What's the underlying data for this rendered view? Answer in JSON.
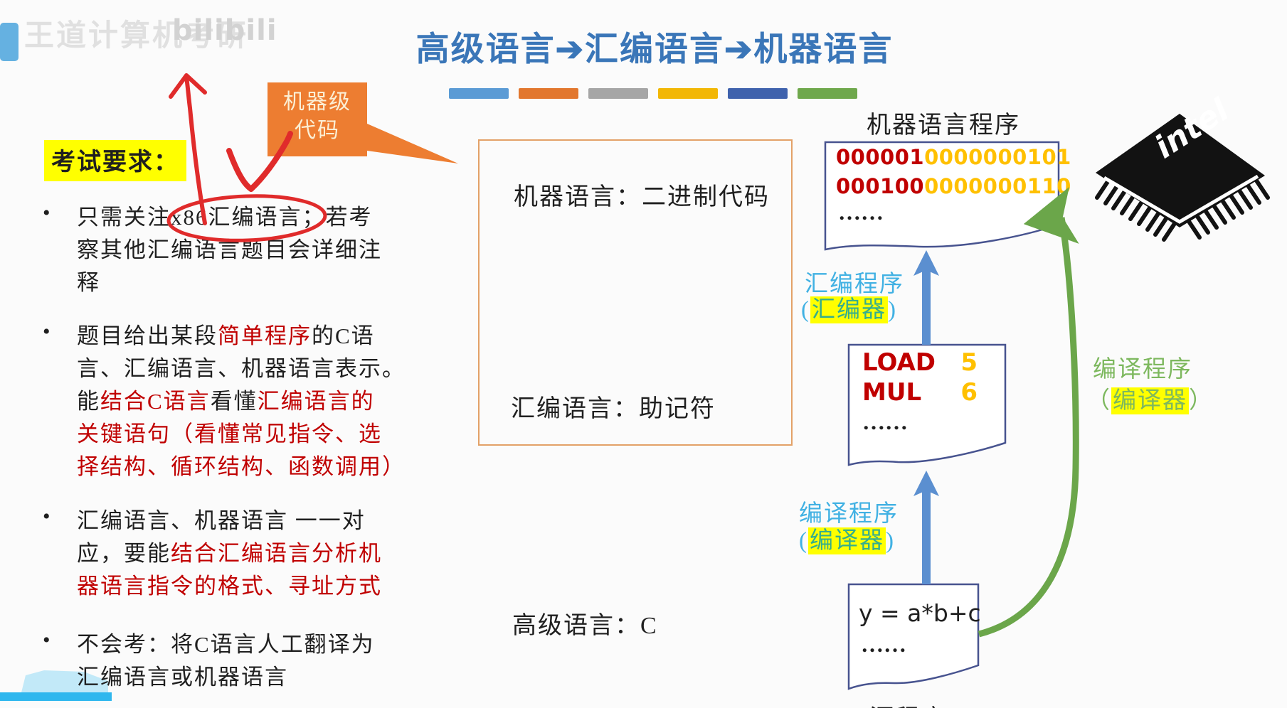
{
  "watermark": {
    "cn": "王道计算机考研",
    "brand": "bilibili"
  },
  "title": {
    "text": "高级语言➔汇编语言➔机器语言"
  },
  "bars": {
    "colors": [
      "#5B9BD5",
      "#E2772E",
      "#A6A6A6",
      "#F2B705",
      "#3F62AD",
      "#6FA84C"
    ]
  },
  "exam": {
    "heading": "考试要求：",
    "bullets": [
      {
        "lines": [
          [
            {
              "t": "只需关注x86汇编语言；若考",
              "c": "k"
            }
          ],
          [
            {
              "t": "察其他汇编语言题目会详细注",
              "c": "k"
            }
          ],
          [
            {
              "t": "释",
              "c": "k"
            }
          ]
        ]
      },
      {
        "lines": [
          [
            {
              "t": "题目给出某段",
              "c": "k"
            },
            {
              "t": "简单程序",
              "c": "r"
            },
            {
              "t": "的C语",
              "c": "k"
            }
          ],
          [
            {
              "t": "言、汇编语言、机器语言表示。",
              "c": "k"
            }
          ],
          [
            {
              "t": "能",
              "c": "k"
            },
            {
              "t": "结合C语言",
              "c": "r"
            },
            {
              "t": "看懂",
              "c": "k"
            },
            {
              "t": "汇编语言的",
              "c": "r"
            }
          ],
          [
            {
              "t": "关键语句（看懂常见指令、选",
              "c": "r"
            }
          ],
          [
            {
              "t": "择结构、循环结构、函数调用）",
              "c": "r"
            }
          ]
        ]
      },
      {
        "lines": [
          [
            {
              "t": "汇编语言、机器语言 一一对",
              "c": "k"
            }
          ],
          [
            {
              "t": "应，要能",
              "c": "k"
            },
            {
              "t": "结合汇编语言分析机",
              "c": "r"
            }
          ],
          [
            {
              "t": "器语言指令的格式、寻址方式",
              "c": "r"
            }
          ]
        ]
      },
      {
        "lines": [
          [
            {
              "t": "不会考：将C语言人工翻译为",
              "c": "k"
            }
          ],
          [
            {
              "t": "汇编语言或机器语言",
              "c": "k"
            }
          ]
        ]
      }
    ]
  },
  "callout": {
    "line1": "机器级",
    "line2": "代码"
  },
  "middle_box": {
    "machine": "机器语言：二进制代码",
    "assembly": "汇编语言：助记符",
    "highlevel": "高级语言：C"
  },
  "machine_program": {
    "title": "机器语言程序",
    "rows": [
      [
        {
          "t": "000001",
          "c": "r"
        },
        {
          "t": "0000000101",
          "c": "g"
        }
      ],
      [
        {
          "t": "000100",
          "c": "r"
        },
        {
          "t": "0000000110",
          "c": "g"
        }
      ]
    ],
    "ellipsis": "……"
  },
  "assembler_label": {
    "line1": "汇编程序",
    "open": "(",
    "tool": "汇编器",
    "close": ")"
  },
  "compiler_label_blue": {
    "line1": "编译程序",
    "open": "(",
    "tool": "编译器",
    "close": ")"
  },
  "compiler_label_green": {
    "line1": "编译程序",
    "open": "（",
    "tool": "编译器",
    "close": "）"
  },
  "asm_program": {
    "rows": [
      {
        "op": "LOAD",
        "val": "5"
      },
      {
        "op": "MUL",
        "val": "6"
      }
    ],
    "ellipsis": "……"
  },
  "source_program": {
    "code": "y = a*b+c",
    "ellipsis": "……",
    "caption": "源程序"
  },
  "chip": {
    "brand": "intel"
  },
  "colors": {
    "title_blue": "#3A76B8",
    "dark_red": "#C00000",
    "gold": "#FFC000",
    "cyan": "#41B1E3",
    "teal": "#35AE8C",
    "green_text": "#7DB85E",
    "green_arrow": "#6BA64A",
    "arrow_blue": "#5B8FD0",
    "callout_orange": "#ED7D31",
    "highlight_yellow": "#FFFF00",
    "annotation_red": "#E02B2B",
    "progress_blue": "#2FB7EE"
  }
}
